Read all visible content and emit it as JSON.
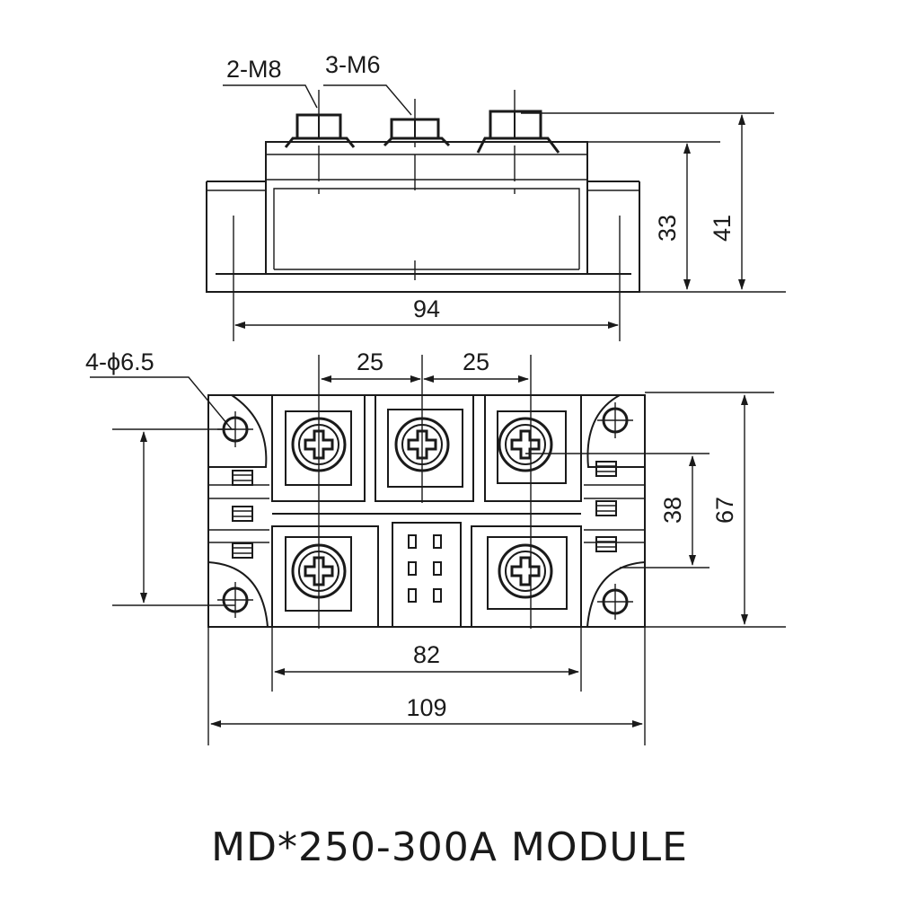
{
  "labels": {
    "thread_a": "2-M8",
    "thread_b": "3-M6",
    "side_height_inner": "33",
    "side_height_total": "41",
    "side_width": "94",
    "pitch_left": "25",
    "pitch_right": "25",
    "holes": "4-ϕ6.5",
    "top_height_inner": "38",
    "top_height_total": "67",
    "terminal_span": "82",
    "total_width": "109"
  },
  "caption": "MD*250-300A MODULE"
}
